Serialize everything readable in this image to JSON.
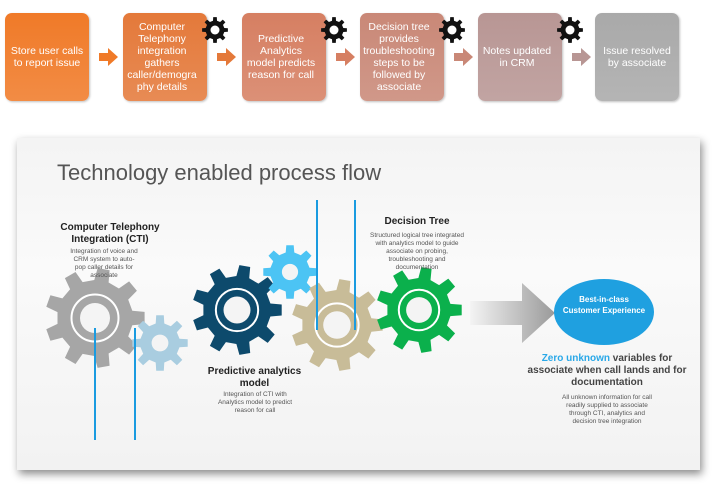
{
  "steps": [
    {
      "label": "Store user calls to report issue",
      "color": "#f07a28",
      "gear": false
    },
    {
      "label": "Computer Telephony integration gathers caller/demogra phy details",
      "color": "#e4793a",
      "gear": true
    },
    {
      "label": "Predictive Analytics model predicts reason for call",
      "color": "#d67f62",
      "gear": true
    },
    {
      "label": "Decision tree provides troubleshooting steps to be followed by associate",
      "color": "#c98877",
      "gear": true
    },
    {
      "label": "Notes updated in CRM",
      "color": "#b89694",
      "gear": true
    },
    {
      "label": "Issue resolved by associate",
      "color": "#a9a9a9",
      "gear": false
    }
  ],
  "panel": {
    "title": "Technology enabled process flow",
    "cti": {
      "heading": "Computer Telephony Integration (CTI)",
      "desc": "Integration of voice and CRM system to auto-pop caller details for associate"
    },
    "predictive": {
      "heading": "Predictive analytics model",
      "desc": "Integration of CTI with Analytics model to predict reason for call"
    },
    "decision": {
      "heading": "Decision Tree",
      "desc": "Structured logical tree integrated with analytics model to guide associate on probing, troubleshooting and documentation"
    },
    "outcome": {
      "label": "Best-in-class Customer Experience",
      "color": "#1fa0e0"
    },
    "zero": {
      "highlight": "Zero unknown",
      "rest": " variables for associate when call lands and for documentation",
      "highlight_color": "#29a8e8"
    },
    "summary": "All unknown information for call readily supplied to associate through CTI, analytics and decision tree integration"
  },
  "gears": [
    {
      "name": "cti-gear",
      "color": "#a6a6a6"
    },
    {
      "name": "small-lightblue-gear",
      "color": "#a9cde0"
    },
    {
      "name": "predictive-gear",
      "color": "#0d4a6c"
    },
    {
      "name": "small-skyblue-gear",
      "color": "#4cc4f4"
    },
    {
      "name": "tan-gear",
      "color": "#c8bc98"
    },
    {
      "name": "decision-tree-gear",
      "color": "#0bb04c"
    }
  ]
}
